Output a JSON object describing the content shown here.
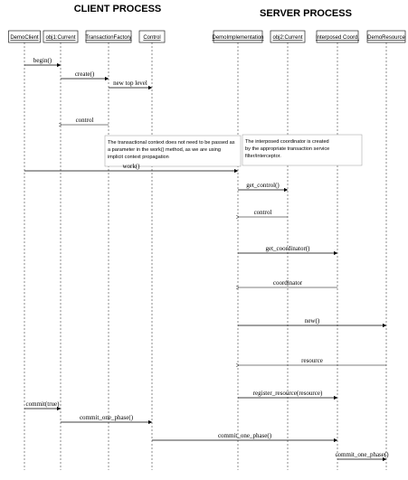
{
  "titles": {
    "client": "CLIENT PROCESS",
    "server": "SERVER PROCESS"
  },
  "objects": [
    {
      "id": "democlient",
      "label": "DemoClient"
    },
    {
      "id": "current1",
      "label": "obj1:Current"
    },
    {
      "id": "txfactory",
      "label": "TransactionFactory"
    },
    {
      "id": "control",
      "label": "Control"
    },
    {
      "id": "demoimpl",
      "label": "DemoImplementation"
    },
    {
      "id": "current2",
      "label": "obj2:Current"
    },
    {
      "id": "icoord",
      "label": "Interposed Coord."
    },
    {
      "id": "demores",
      "label": "DemoResource"
    }
  ],
  "messages": [
    {
      "label": "begin()",
      "from": "democlient",
      "to": "current1",
      "kind": "call"
    },
    {
      "label": "create()",
      "from": "current1",
      "to": "txfactory",
      "kind": "call"
    },
    {
      "label": "new top level",
      "from": "txfactory",
      "to": "control",
      "kind": "call"
    },
    {
      "label": "control",
      "from": "txfactory",
      "to": "current1",
      "kind": "return"
    },
    {
      "label": "work()",
      "from": "democlient",
      "to": "demoimpl",
      "kind": "call"
    },
    {
      "label": "get_control()",
      "from": "demoimpl",
      "to": "current2",
      "kind": "call"
    },
    {
      "label": "control",
      "from": "current2",
      "to": "demoimpl",
      "kind": "return"
    },
    {
      "label": "get_coordinator()",
      "from": "demoimpl",
      "to": "icoord",
      "kind": "call"
    },
    {
      "label": "coordinator",
      "from": "icoord",
      "to": "demoimpl",
      "kind": "return"
    },
    {
      "label": "new()",
      "from": "demoimpl",
      "to": "demores",
      "kind": "call"
    },
    {
      "label": "resource",
      "from": "demores",
      "to": "demoimpl",
      "kind": "return"
    },
    {
      "label": "register_resource(resource)",
      "from": "demoimpl",
      "to": "icoord",
      "kind": "call"
    },
    {
      "label": "commit(true)",
      "from": "democlient",
      "to": "current1",
      "kind": "call"
    },
    {
      "label": "commit_one_phase()",
      "from": "current1",
      "to": "control",
      "kind": "call"
    },
    {
      "label": "commit_one_phase()",
      "from": "control",
      "to": "icoord",
      "kind": "call"
    },
    {
      "label": "commit_one_phase()",
      "from": "icoord",
      "to": "demores",
      "kind": "call"
    }
  ],
  "notes": [
    {
      "lines": [
        "The transactional context does not need to be passed as",
        "a parameter in the work() method, as we are using",
        "implicit context propagation"
      ]
    },
    {
      "lines": [
        "The interposed coordinator is created",
        "by the appropriate transaction service",
        "filter/interceptor."
      ]
    }
  ]
}
